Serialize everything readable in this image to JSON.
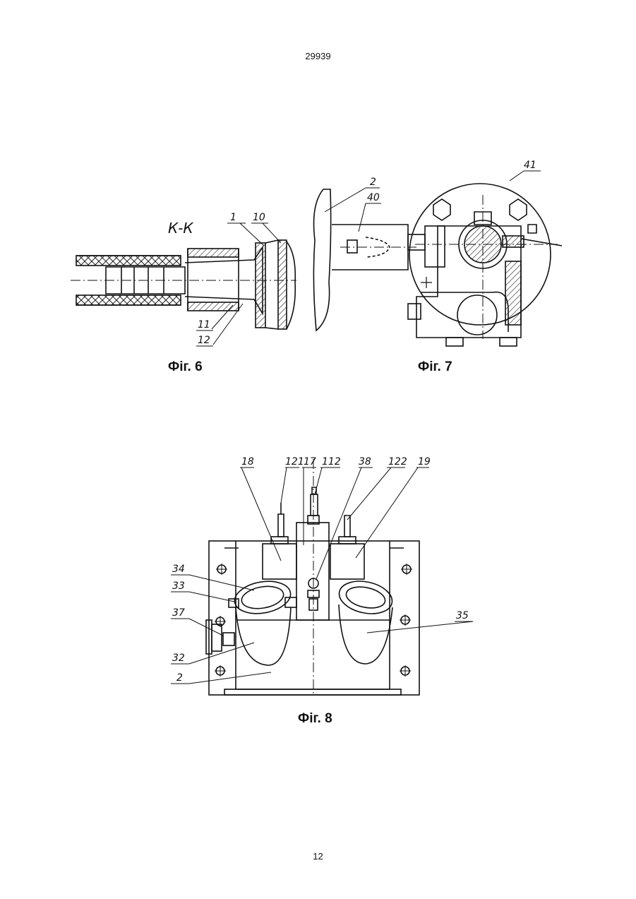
{
  "header": {
    "patent_number": "29939"
  },
  "footer": {
    "page_number": "12"
  },
  "fig6": {
    "caption": "Фіг. 6",
    "section_label": "К-К",
    "callouts": [
      "1",
      "10",
      "11",
      "12"
    ]
  },
  "fig7": {
    "caption": "Фіг. 7",
    "callouts": [
      "2",
      "40",
      "41"
    ]
  },
  "fig8": {
    "caption": "Фіг. 8",
    "callouts": [
      "18",
      "121",
      "17",
      "112",
      "38",
      "122",
      "19",
      "34",
      "33",
      "37",
      "32",
      "2",
      "35"
    ]
  }
}
